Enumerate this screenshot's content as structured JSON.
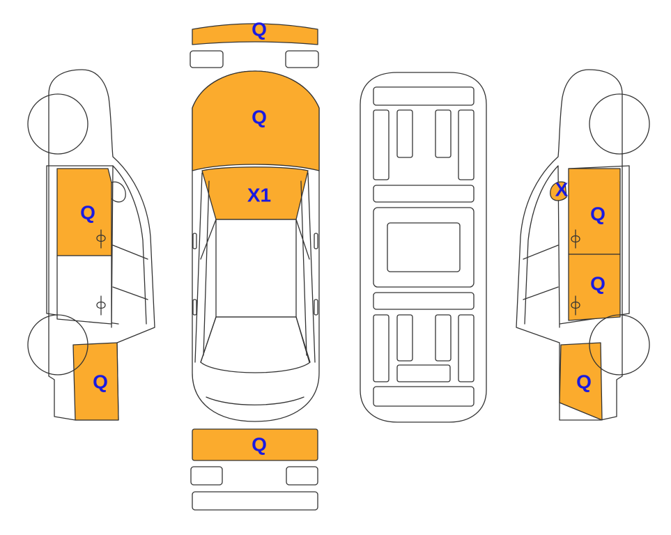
{
  "colors": {
    "damage_fill": "#FBAB2D",
    "label_text": "#1A1AE0",
    "outline": "#333333"
  },
  "labels": {
    "front_bumper": "Q",
    "hood": "Q",
    "windshield": "X1",
    "rear_bumper": "Q",
    "left_front_door": "Q",
    "left_rear_quarter": "Q",
    "right_mirror": "X",
    "right_front_door": "Q",
    "right_rear_door": "Q",
    "right_rear_quarter": "Q"
  }
}
